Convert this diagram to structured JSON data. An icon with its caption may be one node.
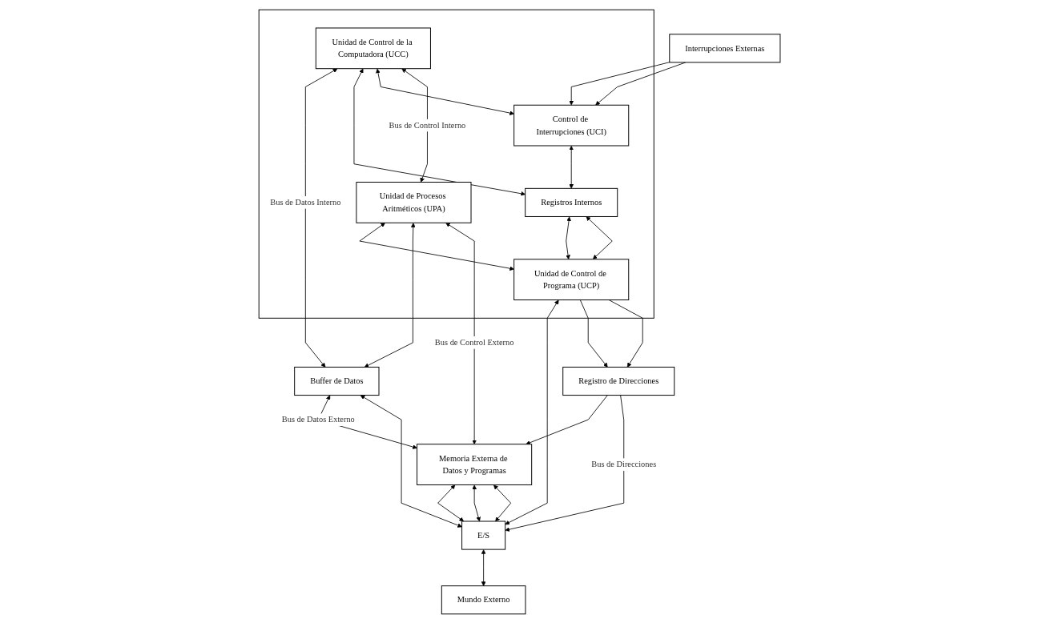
{
  "diagram": {
    "nodes": [
      {
        "text": [],
        "shape": "box"
      },
      {
        "text": [
          "Unidad de Control de la Computadora (UCC)"
        ],
        "in": 0
      },
      {
        "text": [
          "Unidad de Procesos Aritméticos (UPA)"
        ],
        "in": 0
      },
      {
        "text": [
          "Buffer de Datos"
        ]
      },
      {
        "text": [
          "Memoria Externa de Datos y Programas"
        ]
      },
      {
        "text": [
          "Interrupciones Externas"
        ]
      },
      {
        "text": [
          "Control de Interrupciones (UCI)"
        ],
        "in": 0
      },
      {
        "text": [
          "Unidad de Control de Programa (UCP)"
        ],
        "in": 0
      },
      {
        "text": [
          "Registro de Direcciones"
        ]
      },
      {
        "text": [
          "E/S"
        ]
      },
      {
        "text": [
          "Mundo Externo"
        ]
      },
      {
        "text": [
          "Registros Internos"
        ],
        "in": 0
      }
    ],
    "edges": [
      {
        "from": 1,
        "to": 3,
        "arrow": "both",
        "label": "Bus de Datos Interno"
      },
      {
        "from": 1,
        "to": 11,
        "arrow": "both"
      },
      {
        "from": 2,
        "to": 7,
        "arrow": "both"
      },
      {
        "from": 2,
        "to": 3,
        "arrow": "both"
      },
      {
        "from": 7,
        "to": 11,
        "arrow": "both"
      },
      {
        "from": 1,
        "to": 6,
        "arrow": "both"
      },
      {
        "from": 1,
        "to": 2,
        "arrow": "both",
        "label": "Bus de Control Interno"
      },
      {
        "from": 2,
        "to": 4,
        "arrow": "both",
        "label": "Bus de Control Externo"
      },
      {
        "from": 6,
        "to": 11,
        "arrow": "both"
      },
      {
        "from": 11,
        "to": 7,
        "arrow": "both"
      },
      {
        "from": 7,
        "to": 9,
        "arrow": "both"
      },
      {
        "from": 4,
        "to": 9,
        "arrow": "both"
      },
      {
        "from": 3,
        "to": 4,
        "arrow": "both",
        "label": "Bus de Datos Externo"
      },
      {
        "from": 3,
        "to": 9,
        "arrow": "both"
      },
      {
        "from": 4,
        "to": 9,
        "arrow": "both"
      },
      {
        "from": 8,
        "to": 4,
        "arrow": "to"
      },
      {
        "from": 4,
        "to": 9,
        "arrow": "both"
      },
      {
        "from": 8,
        "to": 9,
        "arrow": "to",
        "label": "Bus de Direcciones"
      },
      {
        "from": 7,
        "to": 8,
        "arrow": "to"
      },
      {
        "from": 7,
        "to": 8,
        "arrow": "to"
      },
      {
        "from": 5,
        "to": 6,
        "arrow": "to"
      },
      {
        "from": 5,
        "to": 6,
        "arrow": "to"
      },
      {
        "from": 9,
        "to": 10,
        "arrow": "both"
      }
    ]
  }
}
